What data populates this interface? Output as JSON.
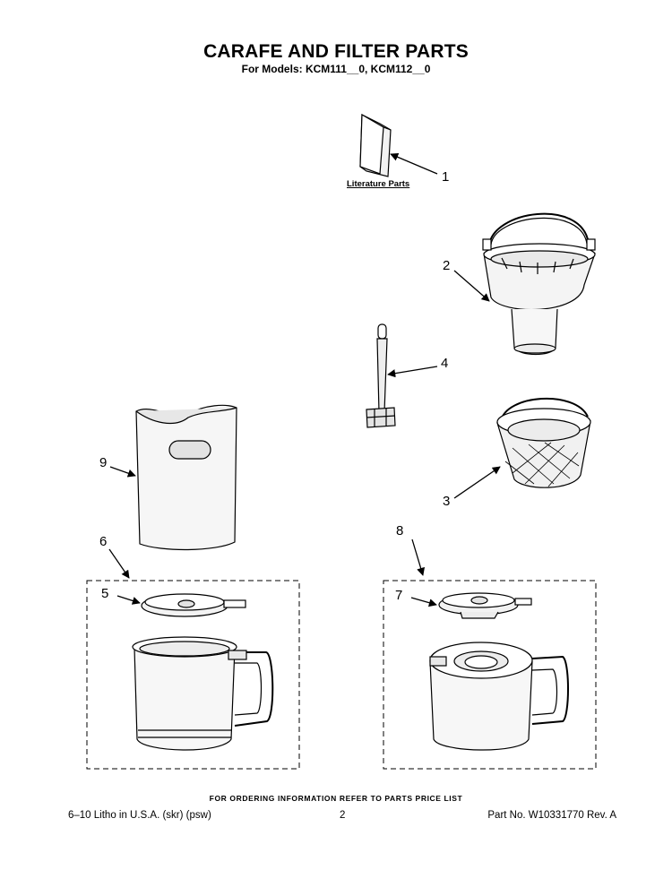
{
  "header": {
    "title": "CARAFE AND FILTER PARTS",
    "subtitle": "For Models: KCM111__0, KCM112__0"
  },
  "literature_label": "Literature Parts",
  "callouts": {
    "c1": "1",
    "c2": "2",
    "c3": "3",
    "c4": "4",
    "c5": "5",
    "c6": "6",
    "c7": "7",
    "c8": "8",
    "c9": "9"
  },
  "footer": {
    "order_note": "FOR ORDERING INFORMATION REFER TO PARTS PRICE LIST",
    "litho": "6–10 Litho in U.S.A. (skr) (psw)",
    "page": "2",
    "part_no": "Part No. W10331770 Rev. A"
  }
}
